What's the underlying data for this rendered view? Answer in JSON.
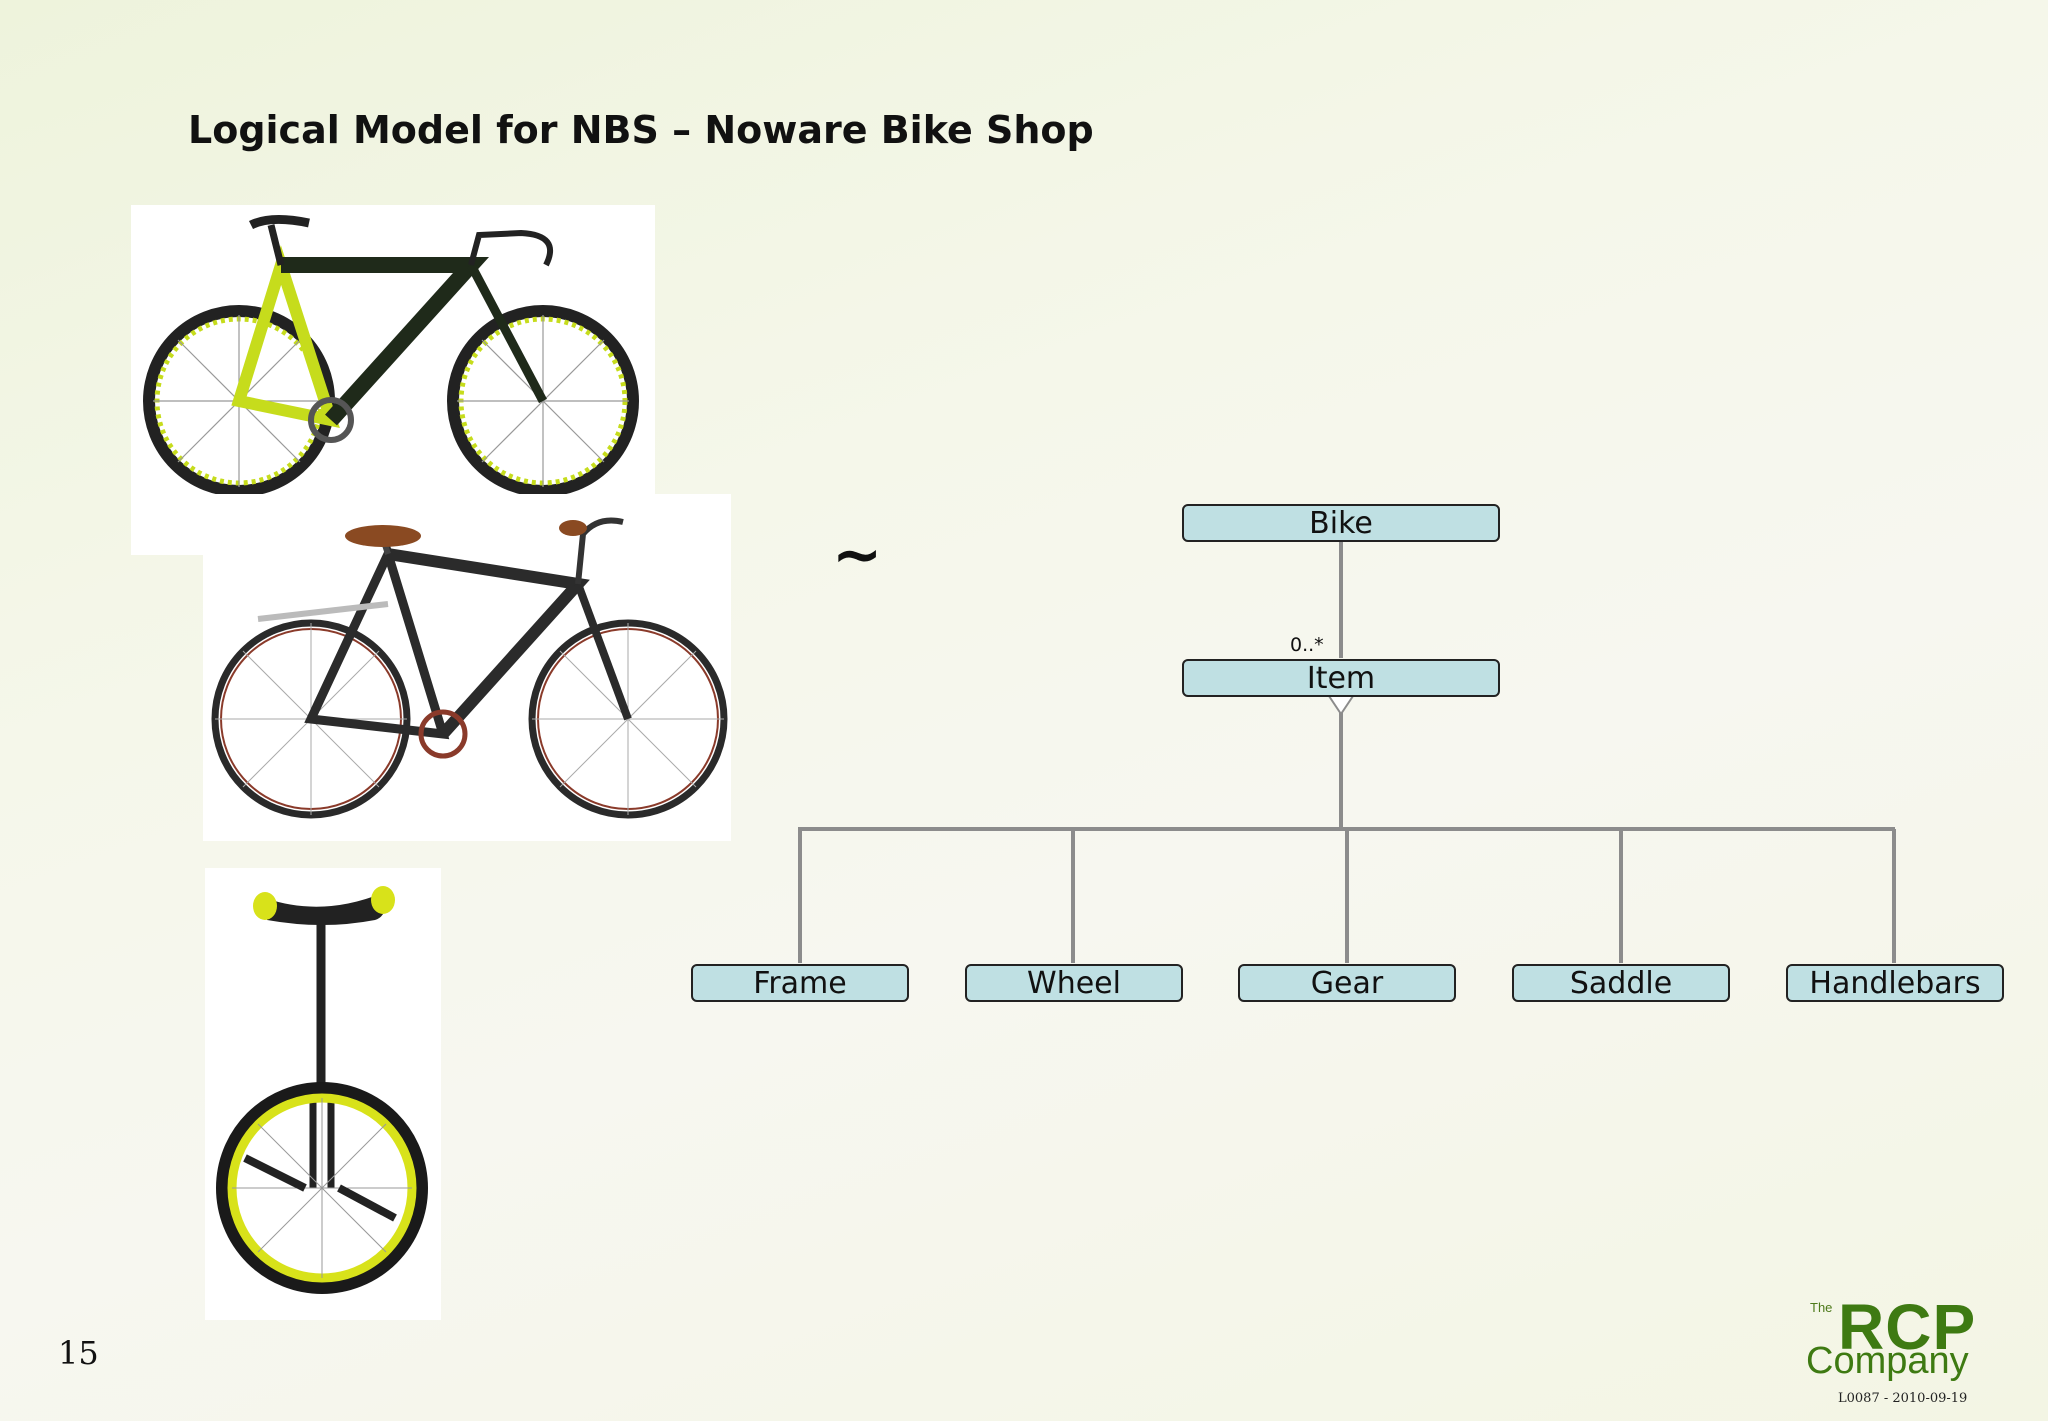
{
  "slide": {
    "title": "Logical Model for NBS – Noware Bike Shop",
    "equivalence_symbol": "~",
    "page_number": "15",
    "footer_code": "L0087 - 2010-09-19"
  },
  "images": [
    {
      "name": "racing-bike-photo",
      "subject": "racing-bike",
      "colors": {
        "frame": "#1f2a1a",
        "accent": "#c6dc1c"
      }
    },
    {
      "name": "city-bike-photo",
      "subject": "city-bike",
      "colors": {
        "frame": "#2b2b2b",
        "accent": "#8a4a22"
      }
    },
    {
      "name": "unicycle-photo",
      "subject": "unicycle",
      "colors": {
        "frame": "#222222",
        "accent": "#d8e21a"
      }
    }
  ],
  "diagram": {
    "root": "Bike",
    "middle": "Item",
    "multiplicity": "0..*",
    "children": [
      "Frame",
      "Wheel",
      "Gear",
      "Saddle",
      "Handlebars"
    ],
    "colors": {
      "box_fill": "#bfe0e3",
      "box_border": "#222222",
      "connector": "#8c8c8c"
    }
  },
  "logo": {
    "the": "The",
    "rcp": "RCP",
    "company": "Company",
    "color": "#3e7a12"
  }
}
